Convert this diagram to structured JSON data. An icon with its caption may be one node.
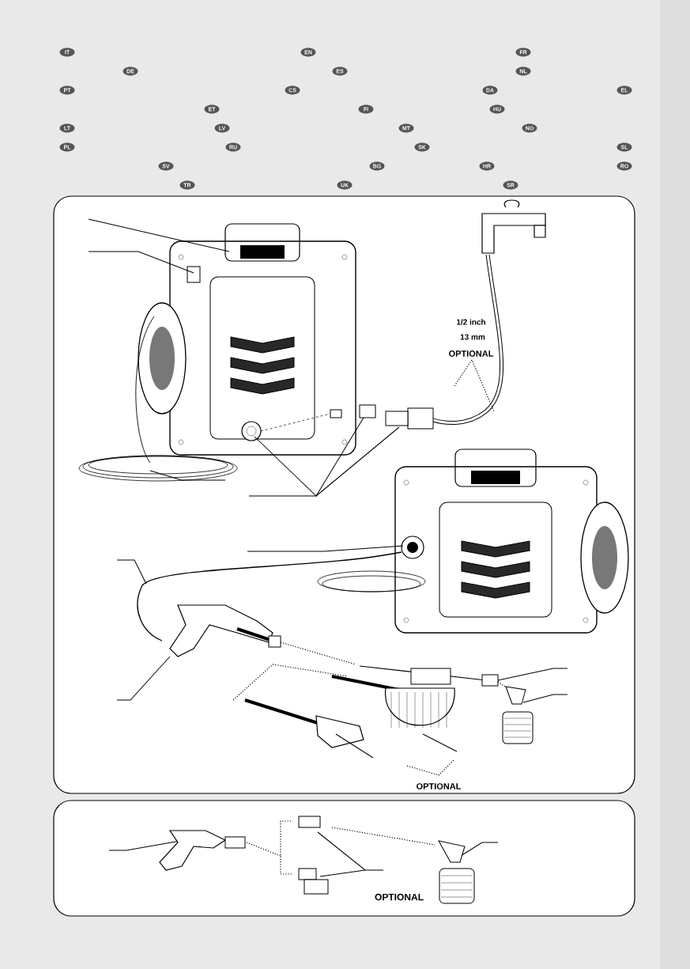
{
  "diagram": {
    "nodes": [
      {
        "text": [
          "IT"
        ]
      },
      {
        "text": [
          "EN"
        ]
      },
      {
        "text": [
          "FR"
        ]
      },
      {
        "text": [
          "DE"
        ]
      },
      {
        "text": [
          "ES"
        ]
      },
      {
        "text": [
          "NL"
        ]
      },
      {
        "text": [
          "PT"
        ]
      },
      {
        "text": [
          "CS"
        ]
      },
      {
        "text": [
          "DA"
        ]
      },
      {
        "text": [
          "EL"
        ]
      },
      {
        "text": [
          "ET"
        ]
      },
      {
        "text": [
          "FI"
        ]
      },
      {
        "text": [
          "HU"
        ]
      },
      {
        "text": [
          "LT"
        ]
      },
      {
        "text": [
          "LV"
        ]
      },
      {
        "text": [
          "MT"
        ]
      },
      {
        "text": [
          "NO"
        ]
      },
      {
        "text": [
          "PL"
        ]
      },
      {
        "text": [
          "RU"
        ]
      },
      {
        "text": [
          "SK"
        ]
      },
      {
        "text": [
          "SL"
        ]
      },
      {
        "text": [
          "SV"
        ]
      },
      {
        "text": [
          "BG"
        ]
      },
      {
        "text": [
          "HR"
        ]
      },
      {
        "text": [
          "RO"
        ]
      },
      {
        "text": [
          "TR"
        ]
      },
      {
        "text": [
          "UK"
        ]
      },
      {
        "text": [
          "SR"
        ]
      }
    ],
    "labels": [
      "1/2 inch",
      "13 mm",
      "OPTIONAL",
      "OPTIONAL",
      "OPTIONAL"
    ]
  }
}
